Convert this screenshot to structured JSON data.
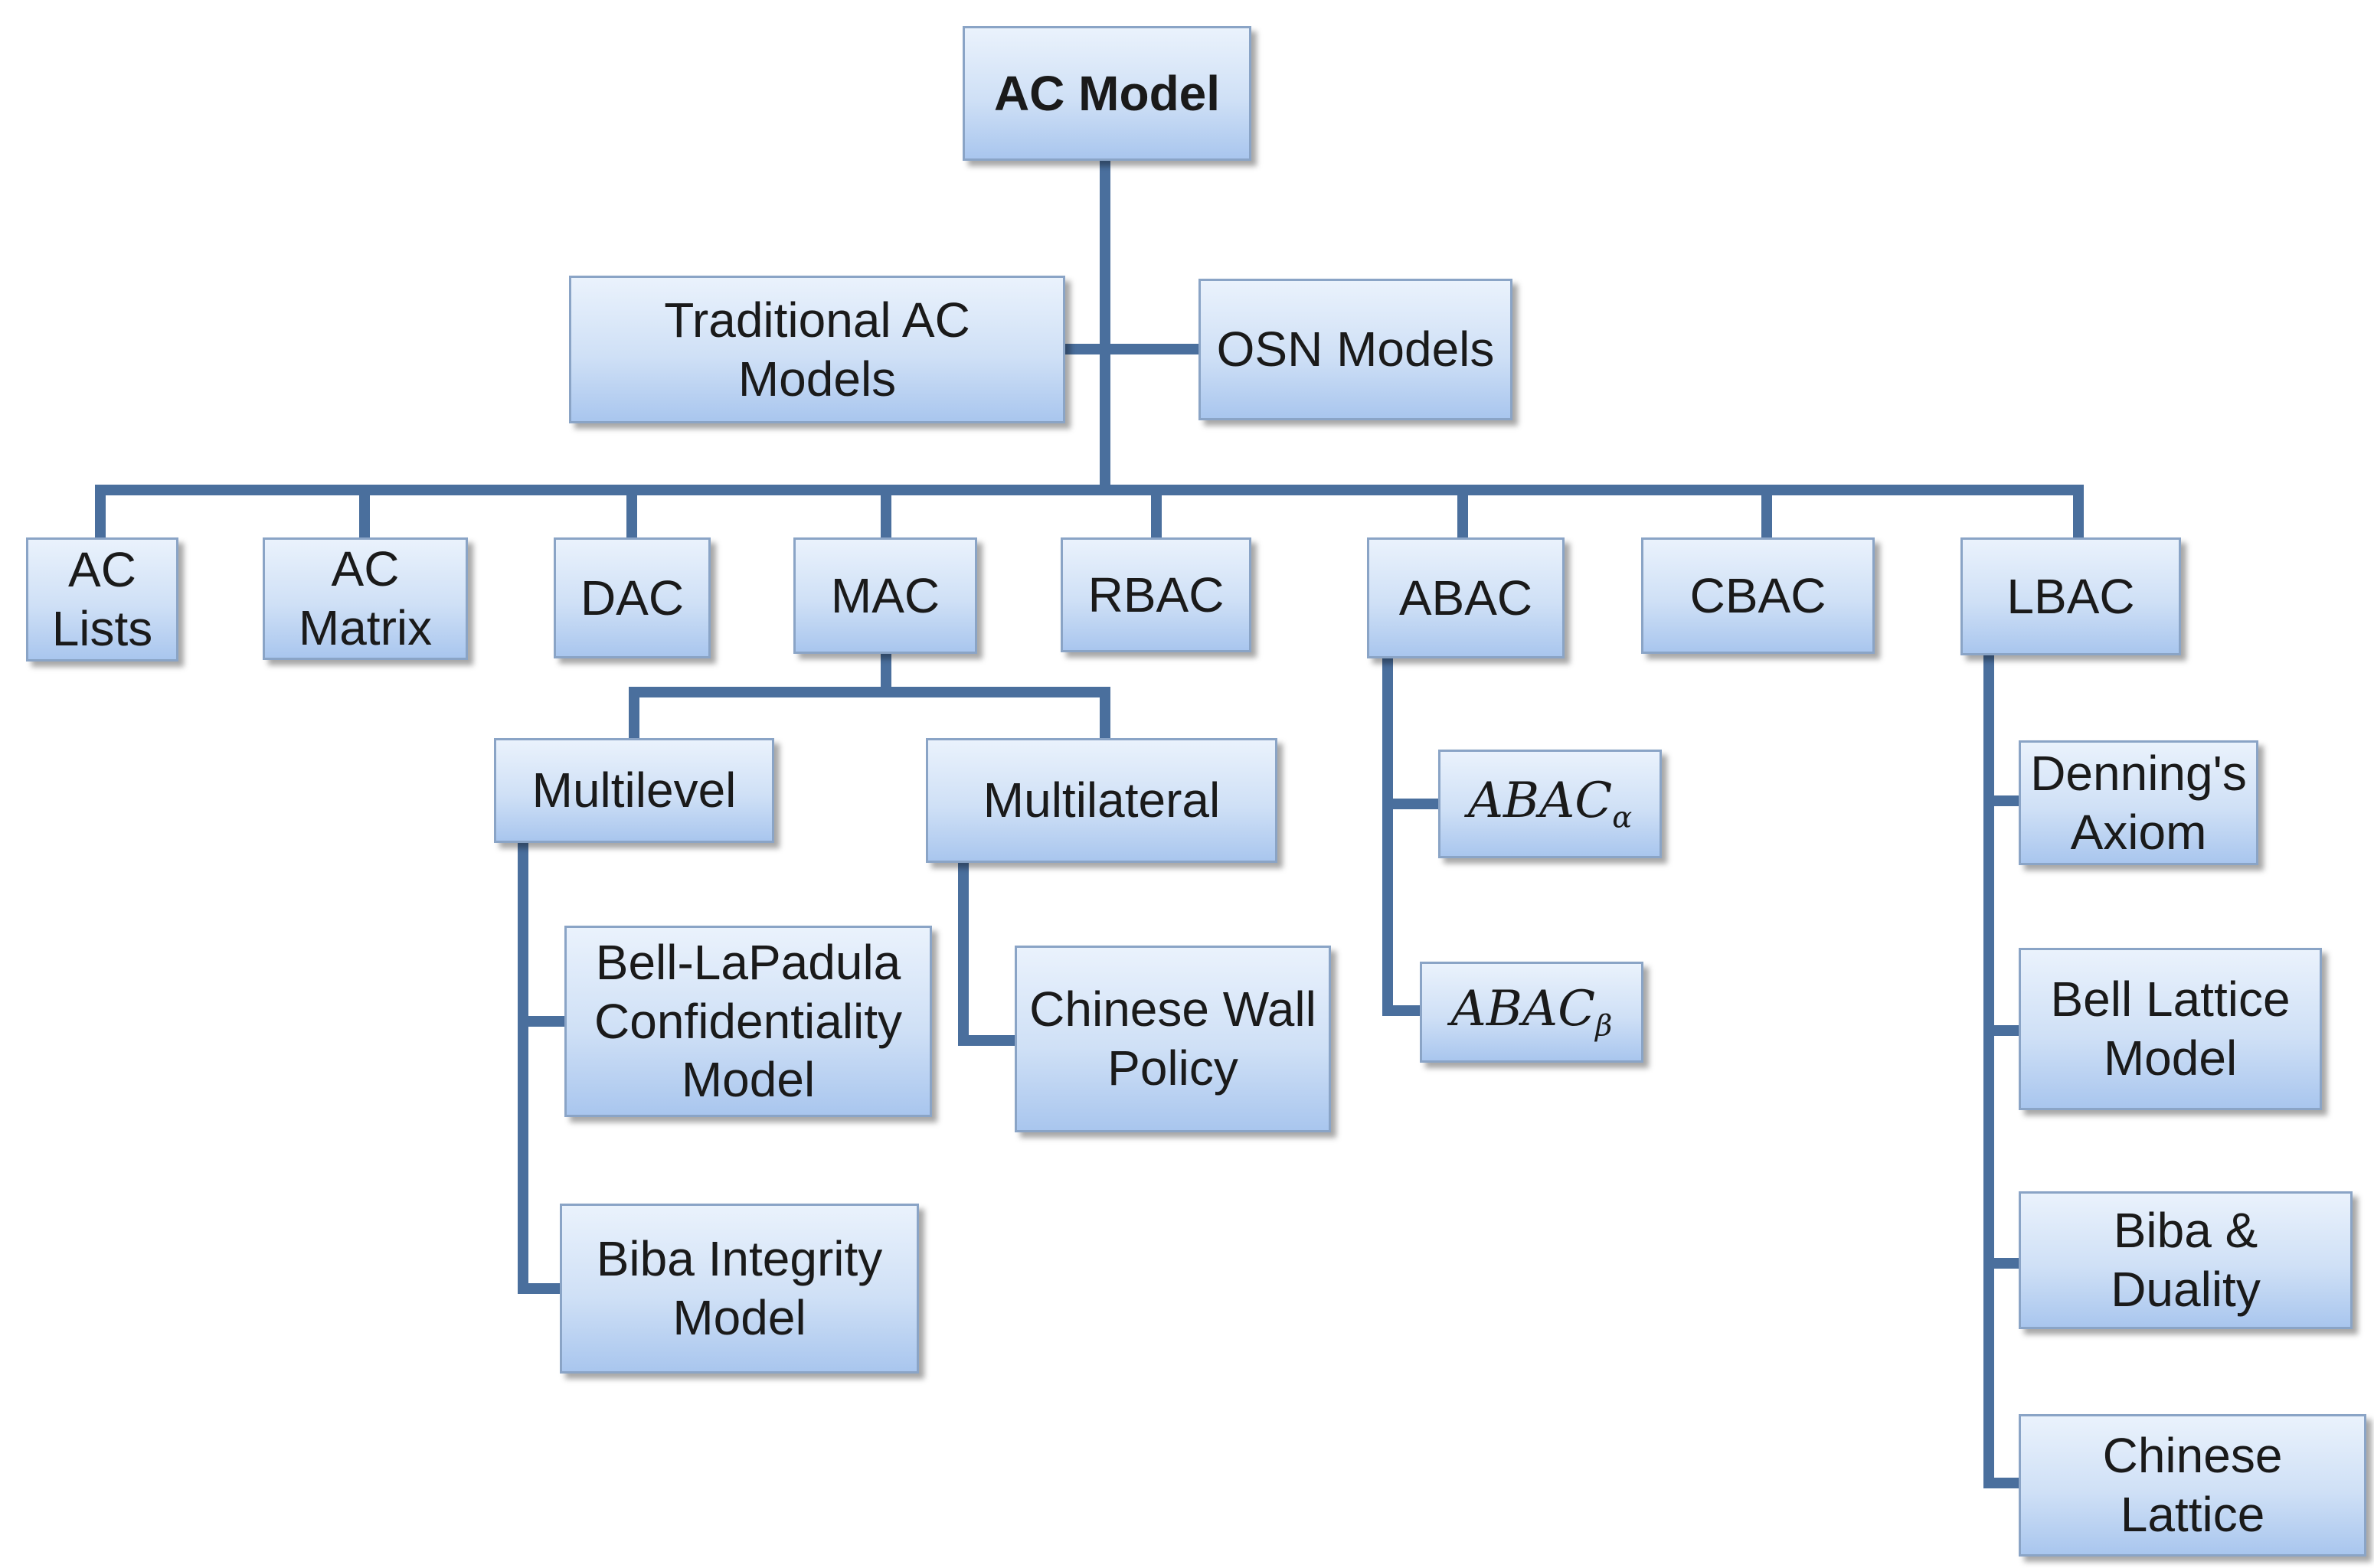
{
  "nodes": {
    "ac_model": {
      "lines": [
        "AC Model"
      ]
    },
    "traditional": {
      "lines": [
        "Traditional AC",
        "Models"
      ]
    },
    "osn": {
      "lines": [
        "OSN Models"
      ]
    },
    "ac_lists": {
      "lines": [
        "AC",
        "Lists"
      ]
    },
    "ac_matrix": {
      "lines": [
        "AC",
        "Matrix"
      ]
    },
    "dac": {
      "lines": [
        "DAC"
      ]
    },
    "mac": {
      "lines": [
        "MAC"
      ]
    },
    "rbac": {
      "lines": [
        "RBAC"
      ]
    },
    "abac": {
      "lines": [
        "ABAC"
      ]
    },
    "cbac": {
      "lines": [
        "CBAC"
      ]
    },
    "lbac": {
      "lines": [
        "LBAC"
      ]
    },
    "multilevel": {
      "lines": [
        "Multilevel"
      ]
    },
    "multilateral": {
      "lines": [
        "Multilateral"
      ]
    },
    "bell_lapadula": {
      "lines": [
        "Bell-LaPadula",
        "Confidentiality",
        "Model"
      ]
    },
    "biba_integrity": {
      "lines": [
        "Biba Integrity",
        "Model"
      ]
    },
    "chinese_wall": {
      "lines": [
        "Chinese Wall",
        "Policy"
      ]
    },
    "abac_alpha": {
      "base": "ABAC",
      "sub": "α"
    },
    "abac_beta": {
      "base": "ABAC",
      "sub": "β"
    },
    "dennings_axiom": {
      "lines": [
        "Denning's",
        "Axiom"
      ]
    },
    "bell_lattice": {
      "lines": [
        "Bell Lattice",
        "Model"
      ]
    },
    "biba_duality": {
      "lines": [
        "Biba &",
        "Duality"
      ]
    },
    "chinese_lattice": {
      "lines": [
        "Chinese",
        "Lattice"
      ]
    }
  }
}
